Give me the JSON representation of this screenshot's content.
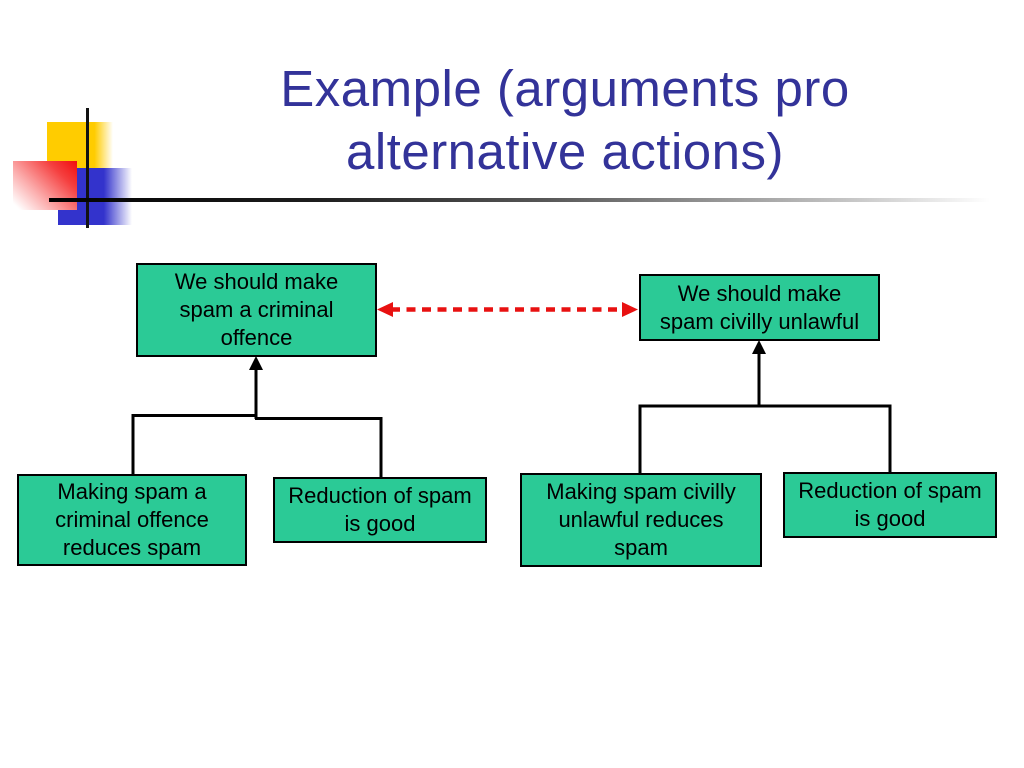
{
  "slide": {
    "title": {
      "lines": [
        "Example (arguments pro",
        "alternative actions)"
      ]
    },
    "theme": {
      "background": "#ffffff",
      "title_color": "#333399",
      "node_fill": "#2bca96",
      "node_border": "#000000",
      "node_text_color": "#000000",
      "support_arrow_color": "#000000",
      "attack_arrow_color": "#e81111",
      "logo_yellow": "#ffcc00",
      "logo_blue": "#3333cc",
      "logo_red": "#f10e0e"
    },
    "diagram": {
      "nodes": [
        {
          "id": "claim-criminal",
          "role": "claim",
          "text": "We should make\nspam a criminal\noffence"
        },
        {
          "id": "claim-civil",
          "role": "claim",
          "text": "We should make\nspam civilly unlawful"
        },
        {
          "id": "premise-criminal-reduces",
          "role": "premise",
          "text": "Making spam a\ncriminal offence\nreduces spam"
        },
        {
          "id": "premise-reduction-good-left",
          "role": "premise",
          "text": "Reduction of spam\nis good"
        },
        {
          "id": "premise-civil-reduces",
          "role": "premise",
          "text": "Making spam civilly\nunlawful reduces\nspam"
        },
        {
          "id": "premise-reduction-good-right",
          "role": "premise",
          "text": "Reduction of spam\nis good"
        }
      ],
      "edges": [
        {
          "type": "attack",
          "style": "red-dashed-double-headed",
          "between": [
            "claim-criminal",
            "claim-civil"
          ]
        },
        {
          "type": "support",
          "style": "black-solid-arrow",
          "from": [
            "premise-criminal-reduces",
            "premise-reduction-good-left"
          ],
          "to": "claim-criminal"
        },
        {
          "type": "support",
          "style": "black-solid-arrow",
          "from": [
            "premise-civil-reduces",
            "premise-reduction-good-right"
          ],
          "to": "claim-civil"
        }
      ]
    }
  }
}
